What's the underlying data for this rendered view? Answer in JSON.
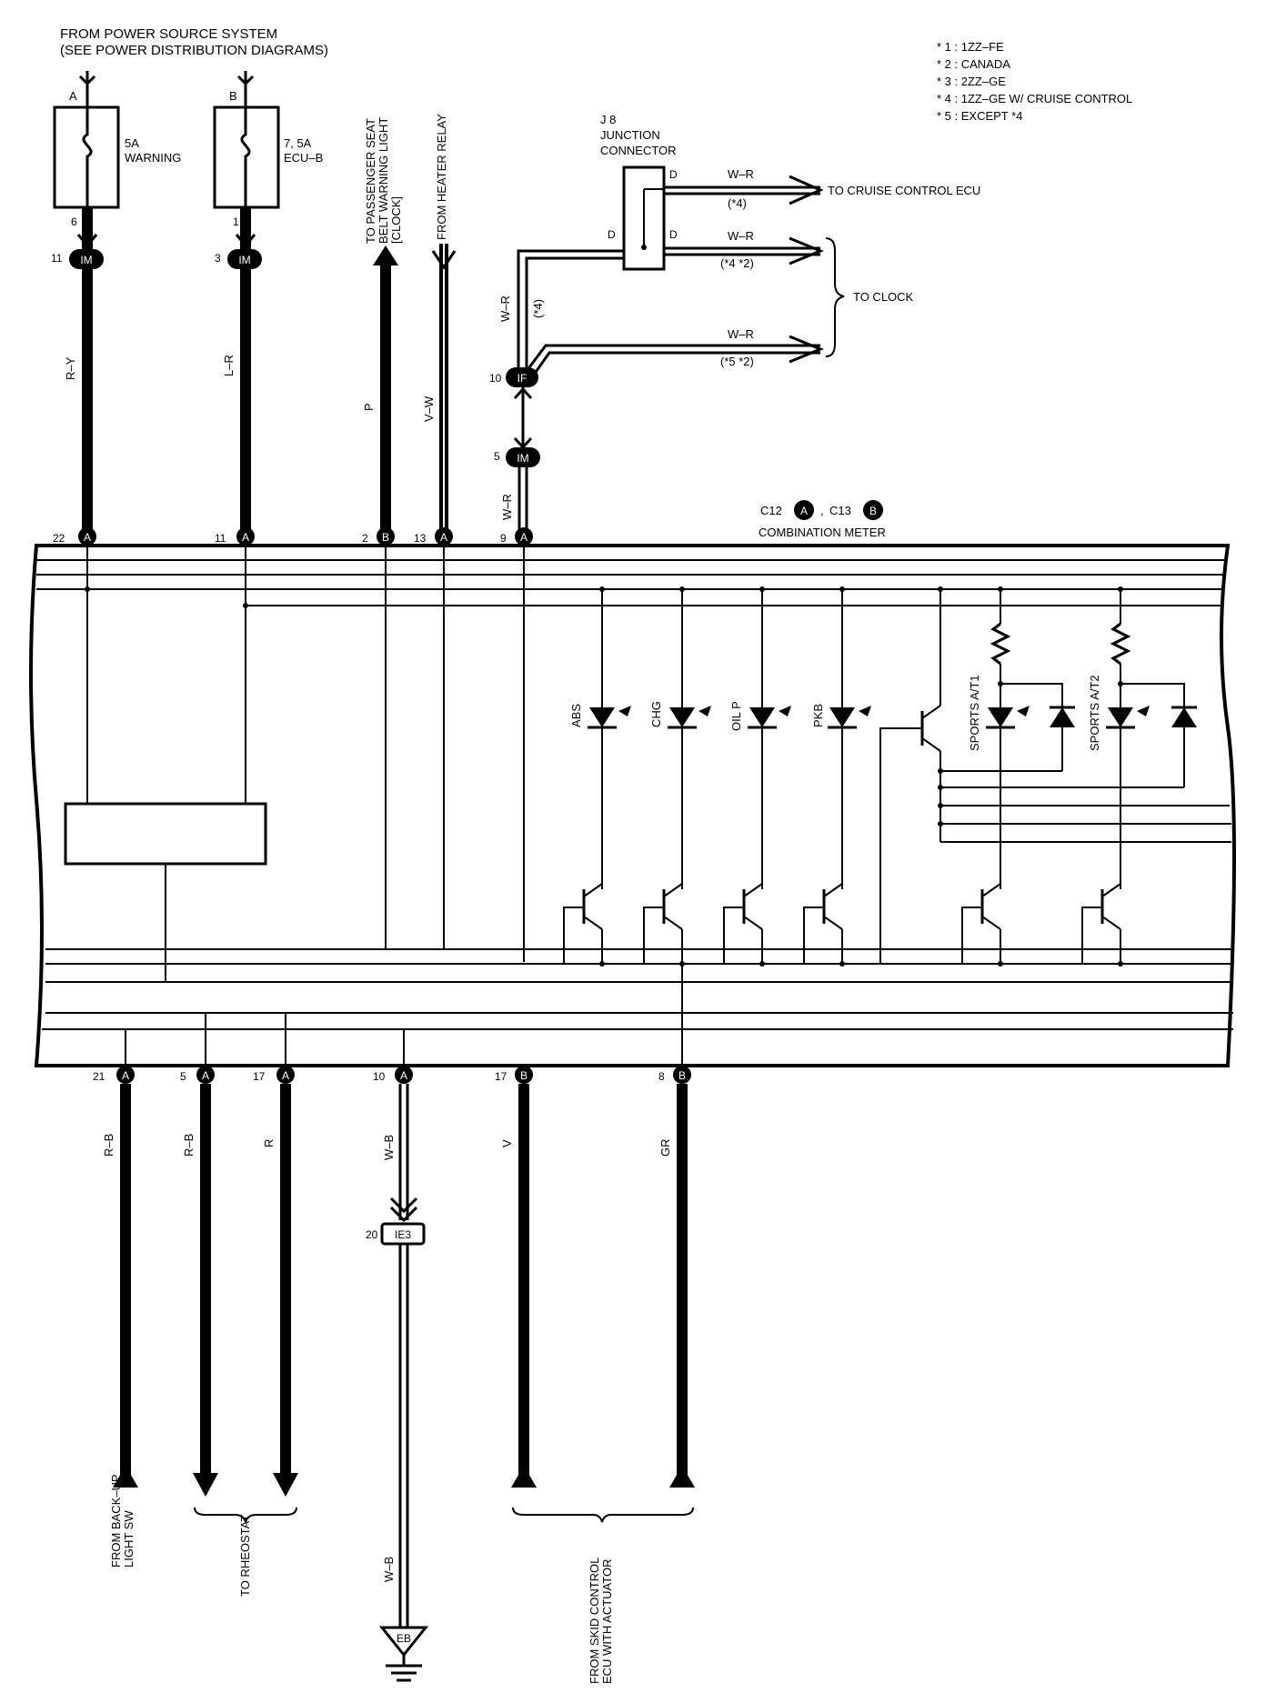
{
  "header": {
    "source_line1": "FROM POWER SOURCE SYSTEM",
    "source_line2": "(SEE POWER DISTRIBUTION DIAGRAMS)"
  },
  "notes": [
    "* 1 : 1ZZ–FE",
    "* 2 : CANADA",
    "* 3 : 2ZZ–GE",
    "* 4 : 1ZZ–GE W/ CRUISE CONTROL",
    "* 5 : EXCEPT *4"
  ],
  "fuses": [
    {
      "terminal": "A",
      "rating": "5A",
      "name": "WARNING",
      "out_pin": "6",
      "conn_pin": "11",
      "conn": "IM",
      "wire": "R–Y"
    },
    {
      "terminal": "B",
      "rating": "7, 5A",
      "name": "ECU–B",
      "out_pin": "1",
      "conn_pin": "3",
      "conn": "IM",
      "wire": "L–R"
    }
  ],
  "top_wires": [
    {
      "wire": "P",
      "label_l1": "TO PASSENGER SEAT",
      "label_l2": "BELT WARNING LIGHT",
      "label_l3": "[CLOCK]"
    },
    {
      "wire": "V–W",
      "label_l1": "FROM HEATER RELAY"
    }
  ],
  "junction": {
    "id": "J 8",
    "name_l1": "JUNCTION",
    "name_l2": "CONNECTOR",
    "pin_d": "D",
    "cruise_wire": "W–R",
    "cruise_note": "(*4)",
    "cruise_dest": "TO CRUISE CONTROL ECU",
    "clock_wire1": "W–R",
    "clock_note1": "(*4 *2)",
    "clock_wire2": "W–R",
    "clock_note2": "(*5 *2)",
    "clock_dest": "TO CLOCK",
    "riser_wire": "W–R",
    "riser_note": "(*4)",
    "if_pin": "10",
    "if_conn": "IF",
    "im_pin": "5",
    "im_conn": "IM",
    "lower_wire": "W–R"
  },
  "meter": {
    "c12": "C12",
    "c12_letter": "A",
    "c13": "C13",
    "c13_letter": "B",
    "name": "COMBINATION METER",
    "comma": ","
  },
  "top_pins": [
    {
      "num": "22",
      "letter": "A"
    },
    {
      "num": "11",
      "letter": "A"
    },
    {
      "num": "2",
      "letter": "B"
    },
    {
      "num": "13",
      "letter": "A"
    },
    {
      "num": "9",
      "letter": "A"
    }
  ],
  "indicators": [
    "ABS",
    "CHG",
    "OIL P",
    "PKB",
    "SPORTS A/T1",
    "SPORTS A/T2"
  ],
  "bottom_pins": [
    {
      "num": "21",
      "letter": "A",
      "wire": "R–B"
    },
    {
      "num": "5",
      "letter": "A",
      "wire": "R–B"
    },
    {
      "num": "17",
      "letter": "A",
      "wire": "R"
    },
    {
      "num": "10",
      "letter": "A",
      "wire": "W–B"
    },
    {
      "num": "17",
      "letter": "B",
      "wire": "V"
    },
    {
      "num": "8",
      "letter": "B",
      "wire": "GR"
    }
  ],
  "bottom_labels": {
    "backup_l1": "FROM BACK–UP",
    "backup_l2": "LIGHT SW",
    "rheostat": "TO RHEOSTAT",
    "skid_l1": "FROM SKID CONTROL",
    "skid_l2": "ECU WITH ACTUATOR"
  },
  "ground": {
    "ie3_pin": "20",
    "ie3_conn": "IE3",
    "wire": "W–B",
    "point": "EB"
  }
}
